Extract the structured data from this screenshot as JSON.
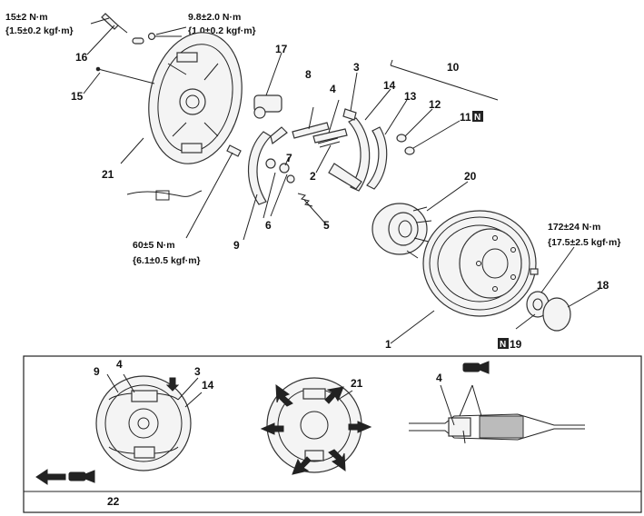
{
  "torque": {
    "t16_nm": "15±2 N·m",
    "t16_kgf": "{1.5±0.2 kgf·m}",
    "t_top_nm": "9.8±2.0 N·m",
    "t_top_kgf": "{1.0±0.2 kgf·m}",
    "t9_nm": "60±5 N·m",
    "t9_kgf": "{6.1±0.5 kgf·m}",
    "t19_nm": "172±24 N·m",
    "t19_kgf": "{17.5±2.5 kgf·m}"
  },
  "labels": {
    "p1": "1",
    "p2": "2",
    "p3": "3",
    "p4": "4",
    "p5": "5",
    "p6": "6",
    "p7": "7",
    "p8": "8",
    "p9": "9",
    "p10": "10",
    "p11": "11",
    "p12": "12",
    "p13": "13",
    "p14": "14",
    "p15": "15",
    "p16": "16",
    "p17": "17",
    "p18": "18",
    "p19": "19",
    "p20": "20",
    "p21": "21",
    "n_mark": "N",
    "inset_9": "9",
    "inset_4": "4",
    "inset_3": "3",
    "inset_14": "14",
    "inset_21": "21",
    "inset_4b": "4",
    "footer_number": "22"
  }
}
